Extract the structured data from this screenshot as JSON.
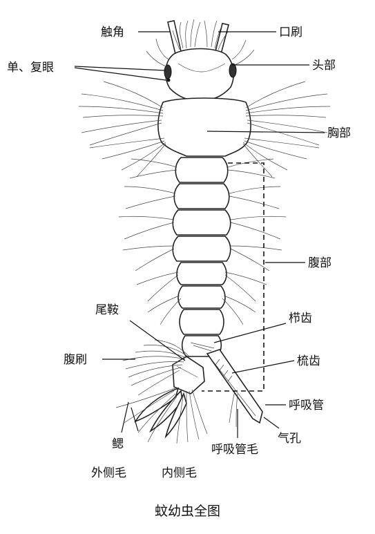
{
  "labels": {
    "antenna": "触角",
    "mouth_brush": "口刷",
    "eyes": "单、复眼",
    "head": "头部",
    "thorax": "胸部",
    "abdomen": "腹部",
    "saddle": "尾鞍",
    "pecten": "栉齿",
    "ventral_brush": "腹刷",
    "comb": "梳齿",
    "siphon": "呼吸管",
    "gills": "鳃",
    "spiracle": "气孔",
    "siphon_hair": "呼吸管毛",
    "outer_hair": "外侧毛",
    "inner_hair": "内侧毛"
  },
  "caption": "蚊幼虫全图"
}
